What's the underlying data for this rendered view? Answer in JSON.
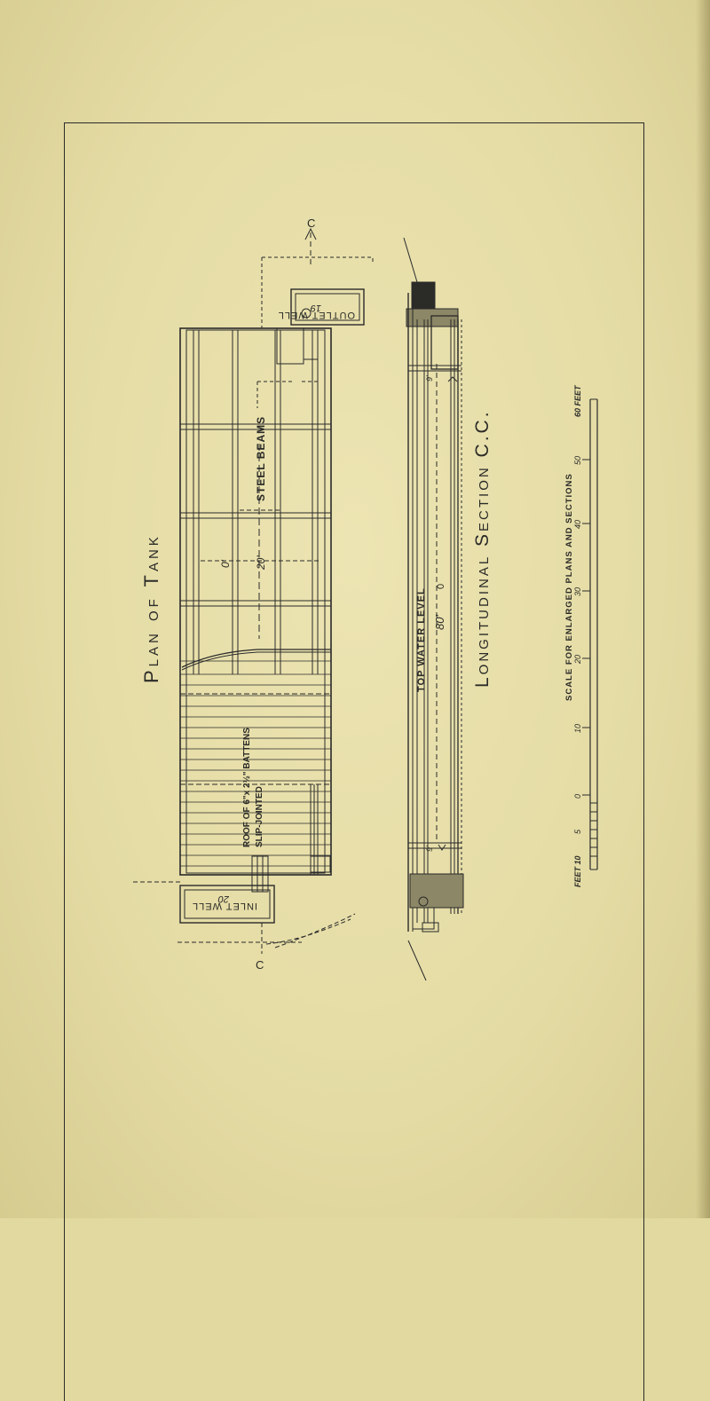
{
  "titles": {
    "plan": "Plan of Tank",
    "section": "Longitudinal Section C.C.",
    "scale": "SCALE FOR ENLARGED PLANS AND SECTIONS"
  },
  "plan_labels": {
    "section_mark_top": "C",
    "section_mark_bottom": "C",
    "outlet_well": "OUTLET WELL",
    "outlet_num": "19",
    "steel_beams": "STEEL BEAMS",
    "dim_20": "20'",
    "dim_0": "0'",
    "roof": "ROOF OF 6\"x 2½\" BATTENS",
    "slip": "SLIP-JOINTED",
    "inlet_well": "INLET WELL",
    "inlet_num": "20"
  },
  "section_labels": {
    "top_water_level": "TOP WATER LEVEL",
    "dim_80": "80'",
    "dim_0": "0",
    "dim_9": "9'",
    "dim_9b": "9'"
  },
  "scale_bar": {
    "unit_left": "FEET 10",
    "ticks": [
      "5",
      "0",
      "10",
      "20",
      "30",
      "40",
      "50"
    ],
    "unit_right": "60 FEET"
  }
}
